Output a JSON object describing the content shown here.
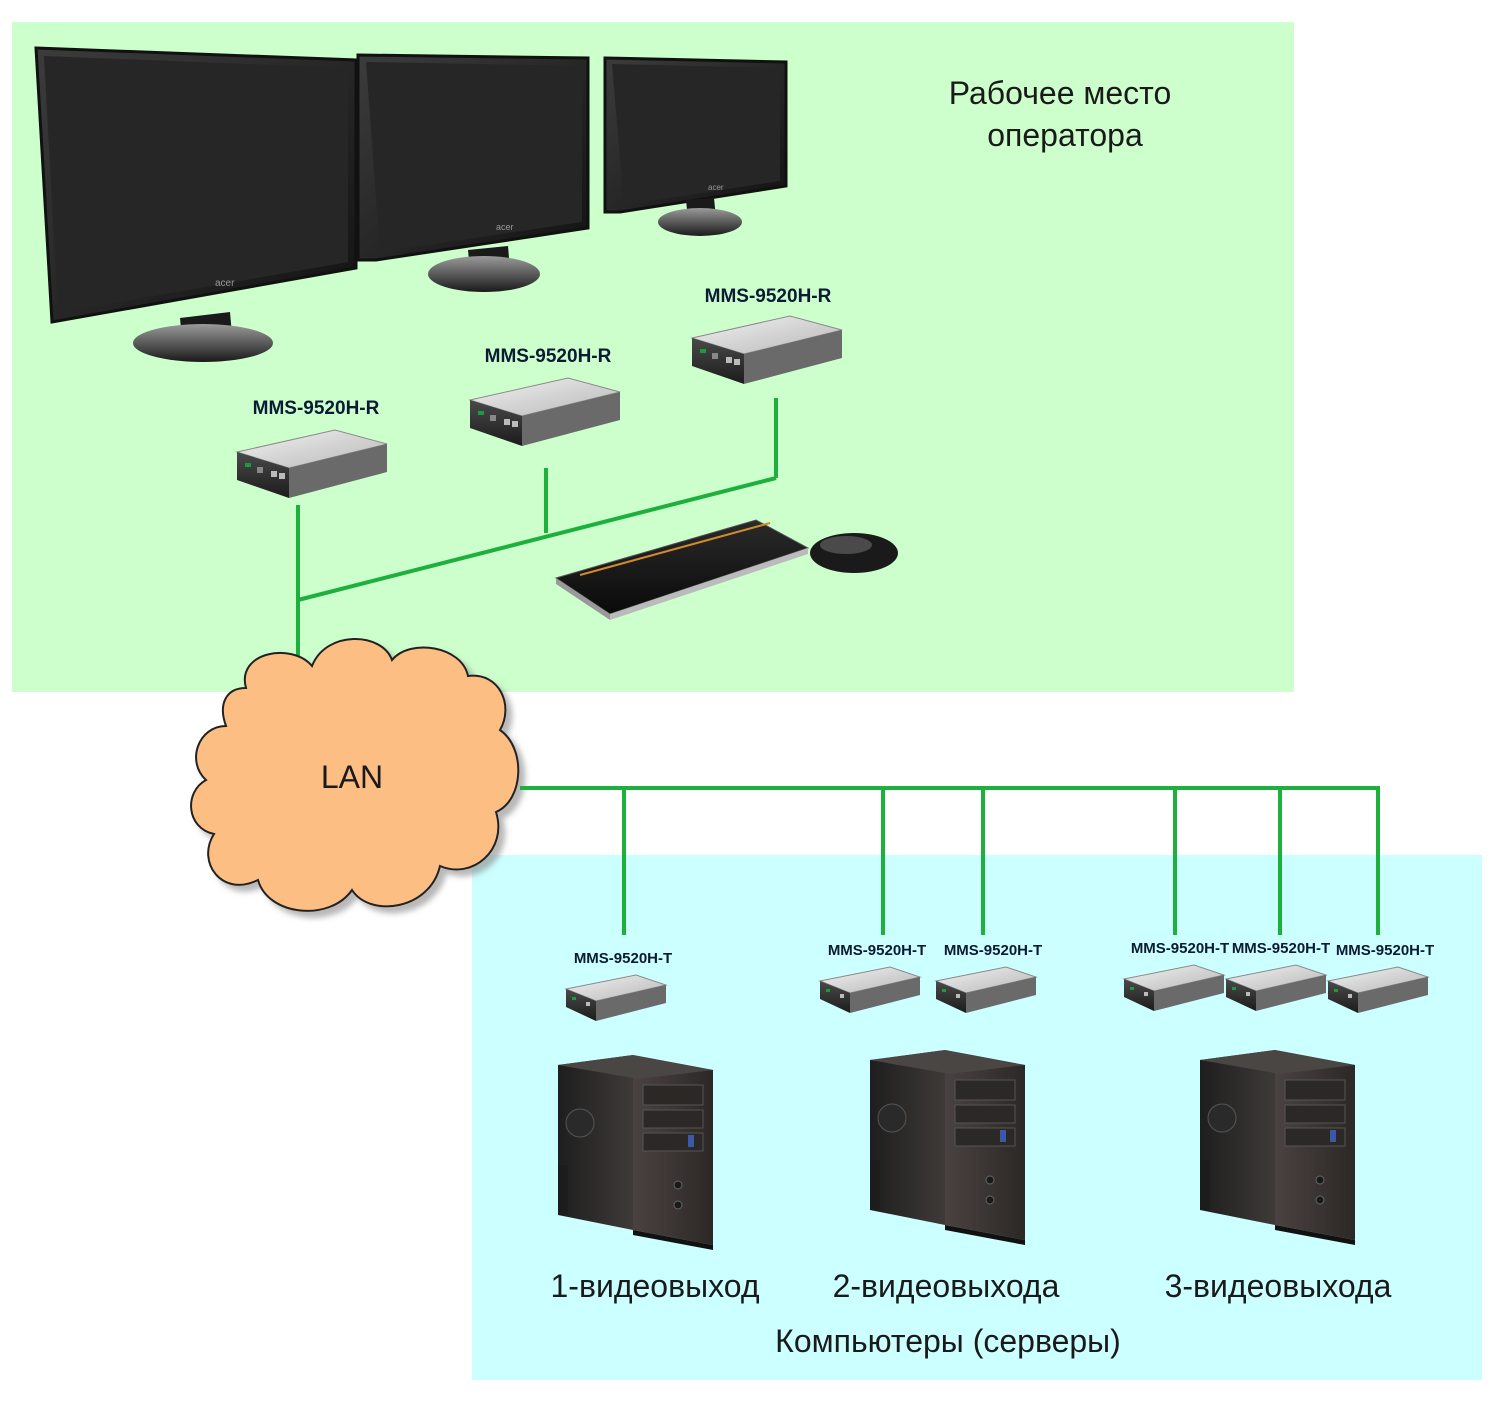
{
  "colors": {
    "operator_zone": "#ccffcc",
    "server_zone": "#ccffff",
    "lan_cloud": "#fcbe83",
    "network_line": "#1eb03c"
  },
  "operator_zone": {
    "title_line1": "Рабочее место",
    "title_line2": "оператора",
    "receivers": [
      {
        "label": "MMS-9520H-R"
      },
      {
        "label": "MMS-9520H-R"
      },
      {
        "label": "MMS-9520H-R"
      }
    ],
    "monitor_brand": "acer"
  },
  "lan": {
    "label": "LAN"
  },
  "server_zone": {
    "title": "Компьютеры (серверы)",
    "transmitters": [
      {
        "label": "MMS-9520H-T"
      },
      {
        "label": "MMS-9520H-T"
      },
      {
        "label": "MMS-9520H-T"
      },
      {
        "label": "MMS-9520H-T"
      },
      {
        "label": "MMS-9520H-T"
      },
      {
        "label": "MMS-9520H-T"
      }
    ],
    "computers": [
      {
        "caption": "1-видеовыход"
      },
      {
        "caption": "2-видеовыхода"
      },
      {
        "caption": "3-видеовыхода"
      }
    ]
  }
}
